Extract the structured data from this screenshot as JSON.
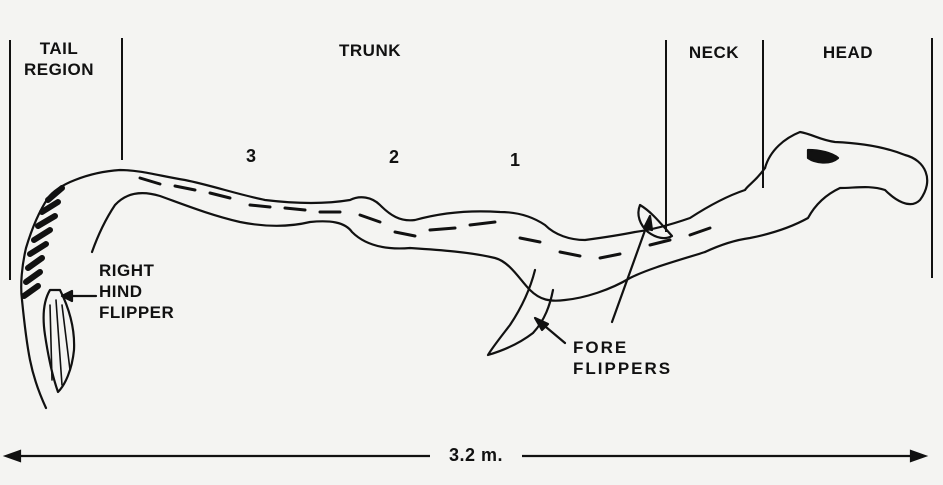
{
  "regions": {
    "tail": "TAIL\nREGION",
    "trunk": "TRUNK",
    "neck": "NECK",
    "head": "HEAD"
  },
  "segments": [
    "3",
    "2",
    "1"
  ],
  "callouts": {
    "right_hind_flipper": "RIGHT\nHIND\nFLIPPER",
    "fore_flippers": "FORE\nFLIPPERS"
  },
  "scale": "3.2 m.",
  "colors": {
    "ink": "#111111",
    "paper": "#f4f4f2"
  }
}
